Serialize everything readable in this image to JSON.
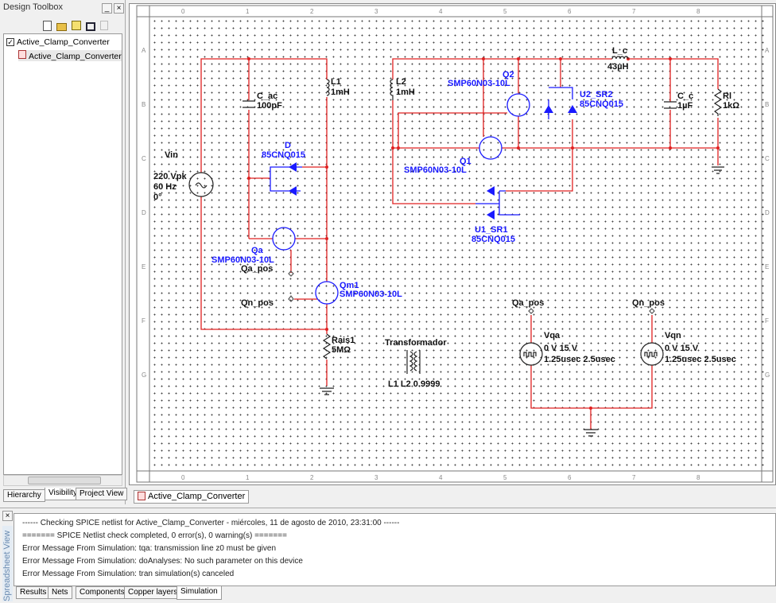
{
  "toolbox": {
    "title": "Design Toolbox",
    "tree": [
      "Active_Clamp_Converter",
      "Active_Clamp_Converter"
    ],
    "tabs": [
      "Hierarchy",
      "Visibility",
      "Project View"
    ]
  },
  "canvas": {
    "tab": "Active_Clamp_Converter",
    "cols": [
      "0",
      "1",
      "2",
      "3",
      "4",
      "5",
      "6",
      "7",
      "8"
    ],
    "rows": [
      "A",
      "B",
      "C",
      "D",
      "E",
      "F",
      "G"
    ]
  },
  "components": {
    "vin": [
      "Vin",
      "220 Vpk",
      "60 Hz",
      "0°"
    ],
    "c_ac": [
      "C_ac",
      "100pF"
    ],
    "l1": [
      "L1",
      "1mH"
    ],
    "d": [
      "D",
      "85CNQ015"
    ],
    "qa": [
      "Qa",
      "SMP60N03-10L"
    ],
    "qa_pos": "Qa_pos",
    "qm1": [
      "Qm1",
      "SMP60N03-10L"
    ],
    "qn_pos": "Qn_pos",
    "rais1": [
      "Rais1",
      "5MΩ"
    ],
    "trans": [
      "Transformador",
      "L1 L2 0.9999"
    ],
    "l2": [
      "L2",
      "1mH"
    ],
    "q2": [
      "Q2",
      "SMP60N03-10L"
    ],
    "q1": [
      "Q1",
      "SMP60N03-10L"
    ],
    "u2": [
      "U2_SR2",
      "85CNQ015"
    ],
    "u1": [
      "U1_SR1",
      "85CNQ015"
    ],
    "lc": [
      "L_c",
      "43µH"
    ],
    "cc": [
      "C_c",
      "1µF"
    ],
    "rl": [
      "Rl",
      "1kΩ"
    ],
    "vqa": [
      "Vqa",
      "0 V 15 V",
      "1.25usec 2.5usec"
    ],
    "vqn": [
      "Vqn",
      "0 V 15 V",
      "1.25usec 2.5usec"
    ],
    "src_labels": [
      "Qa_pos",
      "Qn_pos"
    ]
  },
  "spreadsheet": {
    "title": "Spreadsheet View",
    "messages": [
      "------ Checking SPICE netlist for Active_Clamp_Converter - miércoles, 11 de agosto de 2010, 23:31:00 ------",
      "======= SPICE Netlist check completed, 0 error(s), 0 warning(s) =======",
      "Error Message From Simulation: tqa: transmission line z0 must be given",
      "Error Message From Simulation: doAnalyses: No such parameter on this device",
      "Error Message From Simulation: tran simulation(s) canceled"
    ],
    "tabs": [
      "Results",
      "Nets",
      "Components",
      "Copper layers",
      "Simulation"
    ]
  },
  "colors": {
    "wire": "#e02020",
    "part": "#1a1aff"
  }
}
